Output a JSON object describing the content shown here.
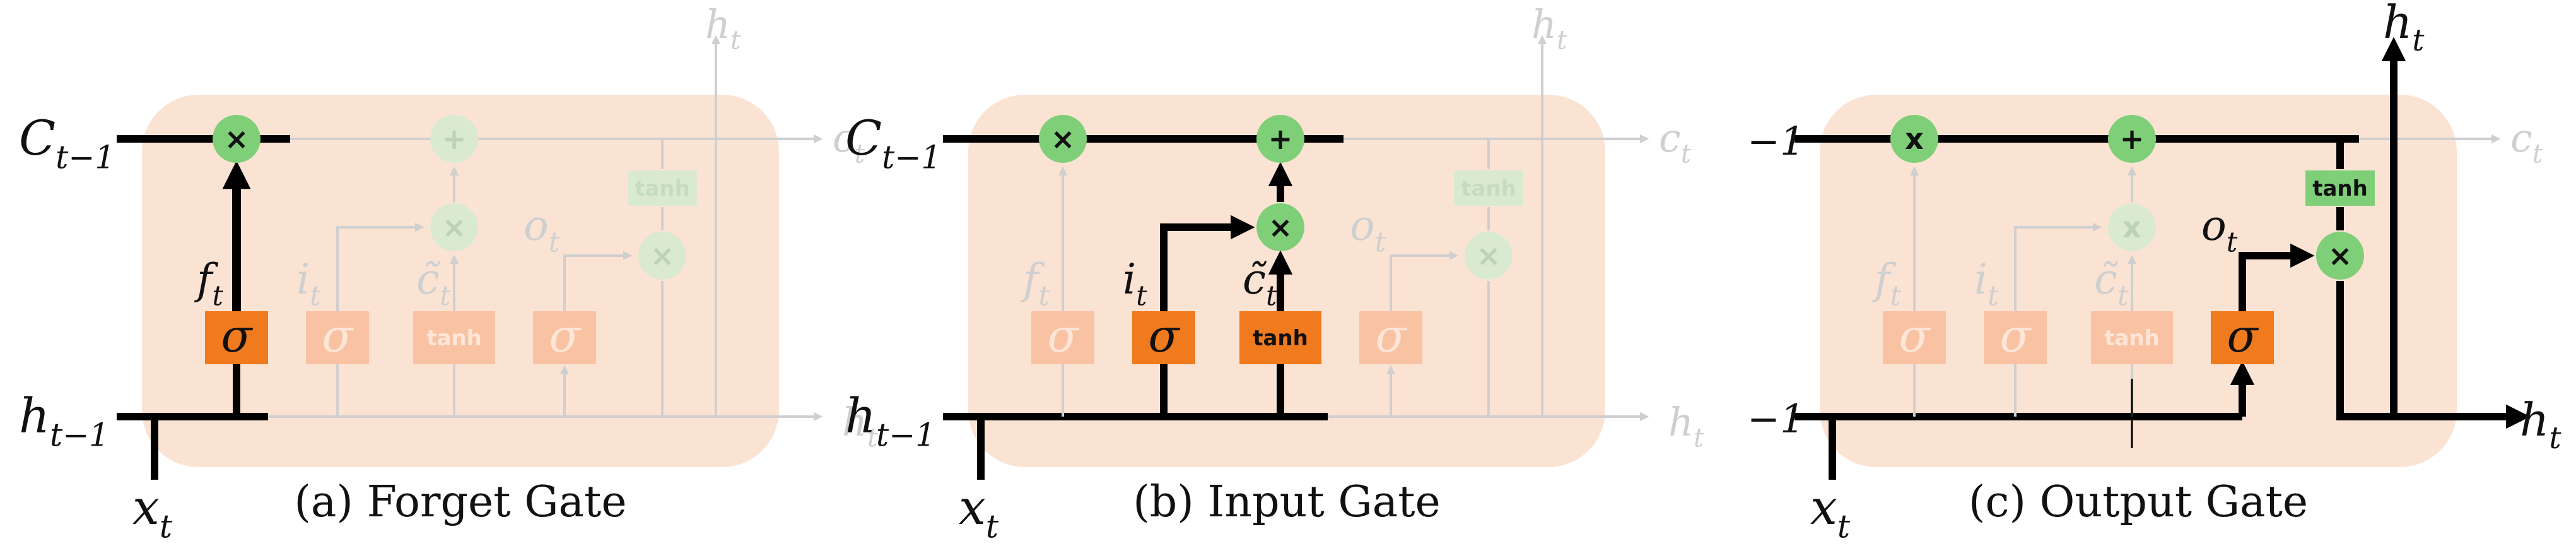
{
  "colors": {
    "panel": "#fbe3d4",
    "orange": "#f07a1e",
    "faded_orange": "#f9c3a3",
    "green": "#7fcf79",
    "faded_green": "#d9ead0",
    "line": "#000000",
    "faded_line": "#cfcfcf"
  },
  "panels": [
    {
      "caption": "(a) Forget Gate",
      "left_labels": {
        "cell_prev": "C",
        "cell_prev_sub": "t−1",
        "hidden_prev": "h",
        "hidden_prev_sub": "t−1",
        "input": "x",
        "input_sub": "t"
      },
      "right_labels": {
        "h_top": "h",
        "h_top_sub": "t",
        "c_out": "c",
        "c_out_sub": "t",
        "h_out": "h",
        "h_out_sub": "t"
      },
      "gate_labels": {
        "f": "f",
        "f_sub": "t",
        "i": "i",
        "i_sub": "t",
        "c": "c̃",
        "c_sub": "t",
        "o": "o",
        "o_sub": "t"
      },
      "ops": {
        "forget_mult": "×",
        "add": "+",
        "input_mult": "×",
        "output_mult": "×"
      },
      "boxes": {
        "forget_sigma": "σ",
        "input_sigma": "σ",
        "tanh_in": "tanh",
        "output_sigma": "σ",
        "tanh_out": "tanh"
      }
    },
    {
      "caption": "(b) Input Gate",
      "left_labels": {
        "cell_prev": "C",
        "cell_prev_sub": "t−1",
        "hidden_prev": "h",
        "hidden_prev_sub": "t−1",
        "input": "x",
        "input_sub": "t"
      },
      "right_labels": {
        "h_top": "h",
        "h_top_sub": "t",
        "c_out": "c",
        "c_out_sub": "t",
        "h_out": "h",
        "h_out_sub": "t"
      },
      "gate_labels": {
        "f": "f",
        "f_sub": "t",
        "i": "i",
        "i_sub": "t",
        "c": "c̃",
        "c_sub": "t",
        "o": "o",
        "o_sub": "t"
      },
      "ops": {
        "forget_mult": "×",
        "add": "+",
        "input_mult": "×",
        "output_mult": "×"
      },
      "boxes": {
        "forget_sigma": "σ",
        "input_sigma": "σ",
        "tanh_in": "tanh",
        "output_sigma": "σ",
        "tanh_out": "tanh"
      }
    },
    {
      "caption": "(c) Output Gate",
      "left_labels": {
        "cell_prev": "−1",
        "hidden_prev": "−1",
        "input": "x",
        "input_sub": "t"
      },
      "right_labels": {
        "h_top": "h",
        "h_top_sub": "t",
        "c_out": "c",
        "c_out_sub": "t",
        "h_out": "h",
        "h_out_sub": "t"
      },
      "gate_labels": {
        "f": "f",
        "f_sub": "t",
        "i": "i",
        "i_sub": "t",
        "c": "c̃",
        "c_sub": "t",
        "o": "o",
        "o_sub": "t"
      },
      "ops": {
        "forget_mult": "x",
        "add": "+",
        "input_mult": "x",
        "output_mult": "×"
      },
      "boxes": {
        "forget_sigma": "σ",
        "input_sigma": "σ",
        "tanh_in": "tanh",
        "output_sigma": "σ",
        "tanh_out": "tanh"
      }
    }
  ]
}
